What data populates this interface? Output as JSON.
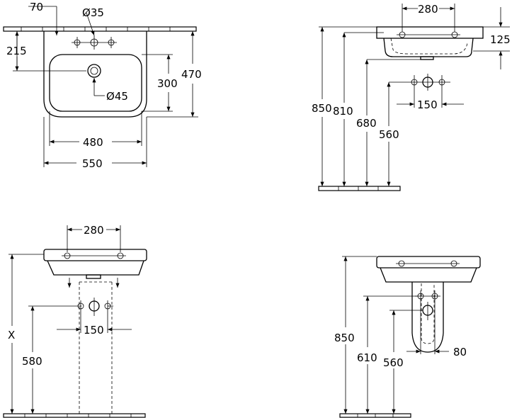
{
  "top_view": {
    "dim_70": "70",
    "dim_dia35": "35",
    "dim_215": "215",
    "dim_dia45": "45",
    "dim_300": "300",
    "dim_470": "470",
    "dim_480": "480",
    "dim_550": "550"
  },
  "side_view_right": {
    "dim_280": "280",
    "dim_125": "125",
    "dim_850": "850",
    "dim_810": "810",
    "dim_680": "680",
    "dim_560": "560",
    "dim_150": "150"
  },
  "front_pedestal": {
    "dim_280": "280",
    "dim_x": "X",
    "dim_580": "580",
    "dim_150": "150"
  },
  "front_semi_pedestal": {
    "dim_850": "850",
    "dim_610": "610",
    "dim_560": "560",
    "dim_80": "80"
  },
  "symbols": {
    "diameter": "Ø"
  }
}
